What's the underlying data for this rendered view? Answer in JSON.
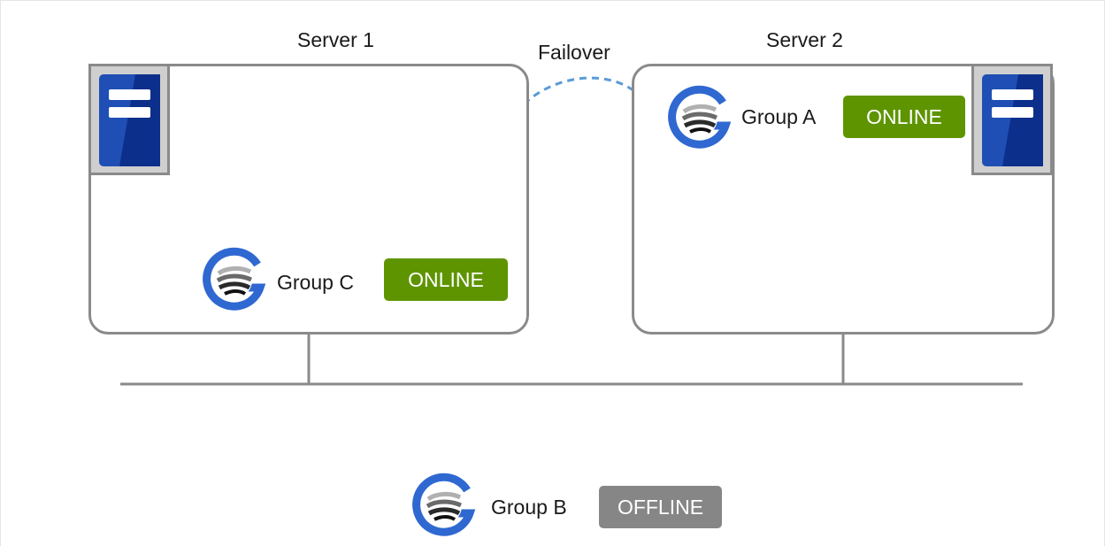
{
  "servers": [
    {
      "label": "Server 1",
      "icon": "server-icon"
    },
    {
      "label": "Server 2",
      "icon": "server-icon"
    }
  ],
  "failover": {
    "label": "Failover",
    "arrow_color": "#5a9bd5"
  },
  "groups": {
    "a": {
      "label": "Group A",
      "status": "ONLINE",
      "icon": "cluster-group-icon"
    },
    "c": {
      "label": "Group C",
      "status": "ONLINE",
      "icon": "cluster-group-icon"
    },
    "b": {
      "label": "Group B",
      "status": "OFFLINE",
      "icon": "cluster-group-icon"
    }
  },
  "colors": {
    "online": "#5e9400",
    "offline": "#868686",
    "server_blue": "#1f4fb4",
    "server_blue_dark": "#0d2f8c",
    "box_border": "#8a8a8a",
    "network_line": "#8a8a8a",
    "group_icon_blue": "#2f68d0"
  }
}
